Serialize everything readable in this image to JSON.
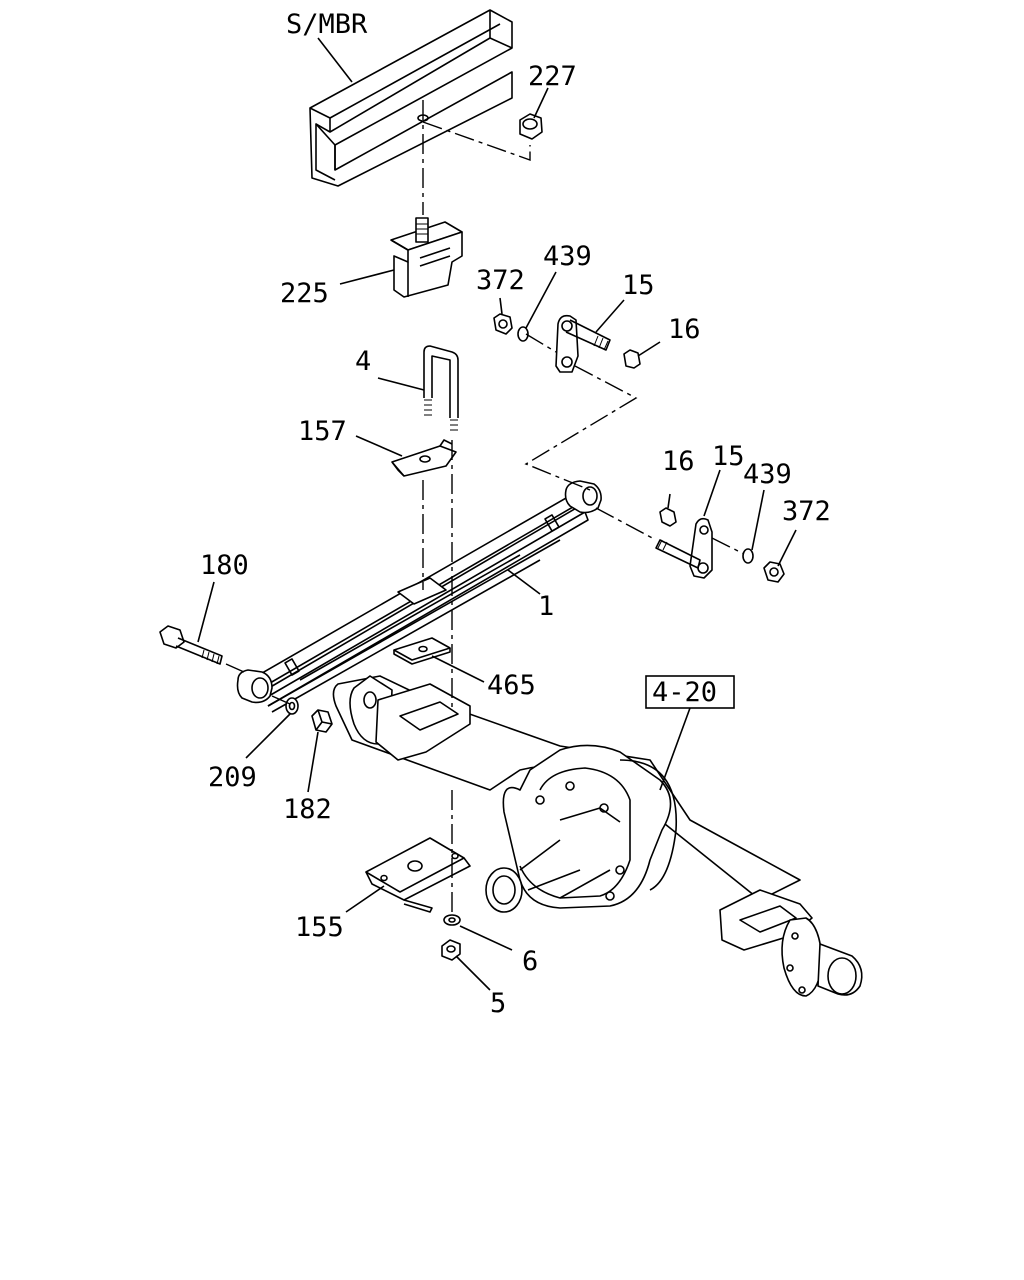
{
  "diagram": {
    "reference_label": "S/MBR",
    "callouts": {
      "c227": "227",
      "c225": "225",
      "c372a": "372",
      "c439a": "439",
      "c15a": "15",
      "c16a": "16",
      "c4": "4",
      "c157": "157",
      "c16b": "16",
      "c15b": "15",
      "c439b": "439",
      "c372b": "372",
      "c180": "180",
      "c1": "1",
      "c465": "465",
      "c420": "4-20",
      "c209": "209",
      "c182": "182",
      "c155": "155",
      "c6": "6",
      "c5": "5"
    }
  }
}
